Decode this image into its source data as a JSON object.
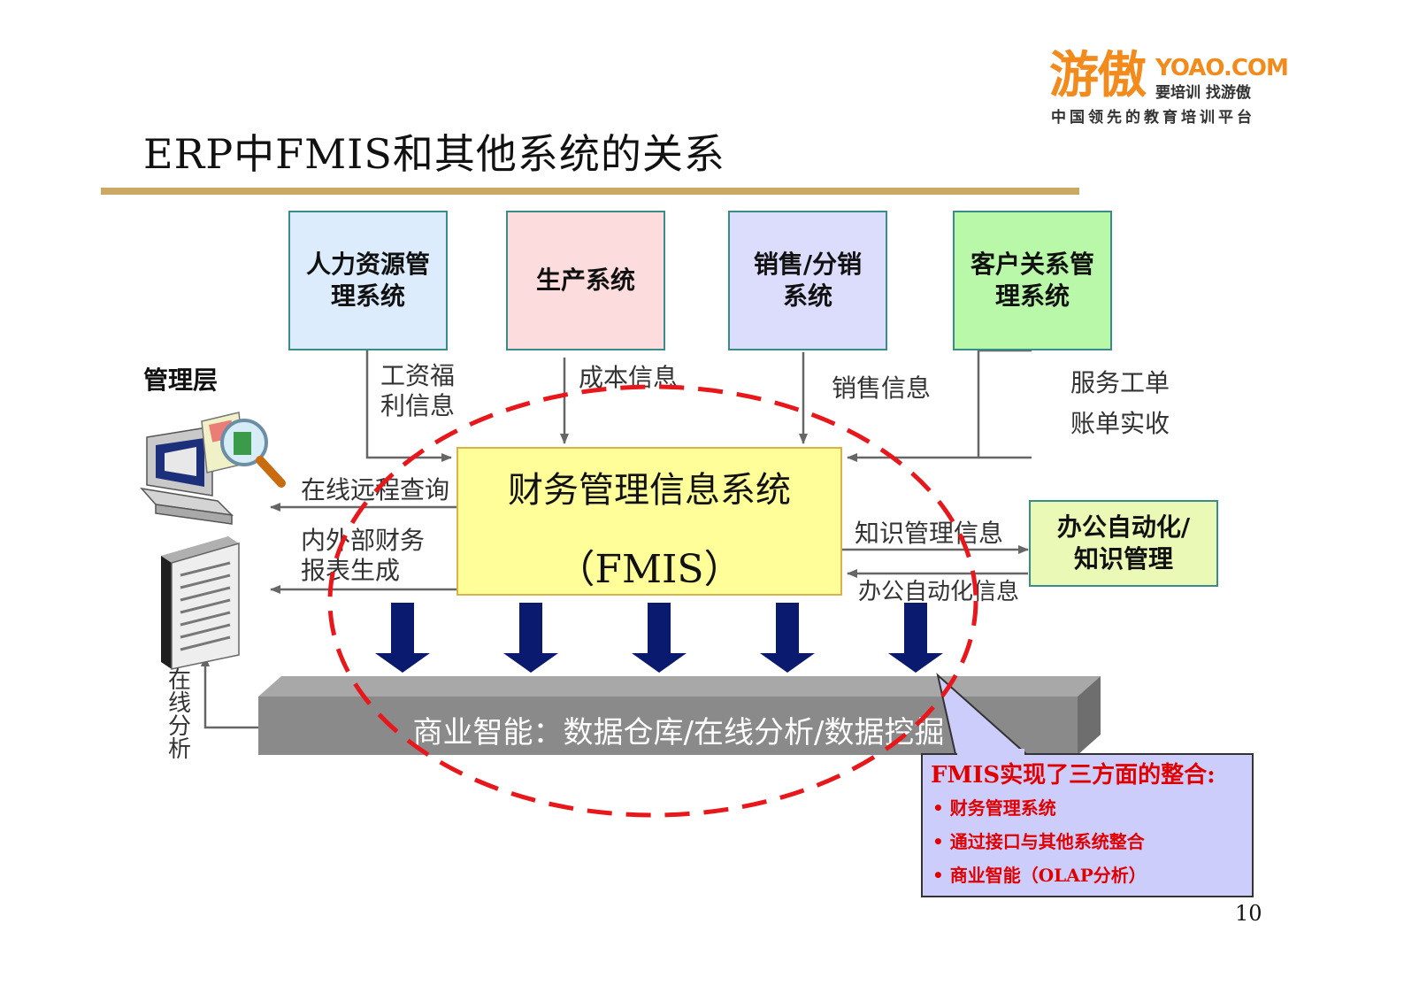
{
  "title": "ERP中FMIS和其他系统的关系",
  "logo": {
    "main": "游傲",
    "domain": "YOAO.COM",
    "slogan": "要培训 找游傲",
    "tagline": "中国领先的教育培训平台"
  },
  "systems": [
    {
      "label_line1": "人力资源管",
      "label_line2": "理系统",
      "color": "#dcecfd"
    },
    {
      "label_line1": "生产系统",
      "label_line2": "",
      "color": "#fcdcdc"
    },
    {
      "label_line1": "销售/分销",
      "label_line2": "系统",
      "color": "#dcdcfc"
    },
    {
      "label_line1": "客户关系管",
      "label_line2": "理系统",
      "color": "#b9f8a8"
    }
  ],
  "flows": {
    "hr": {
      "line1": "工资福",
      "line2": "利信息"
    },
    "production": "成本信息",
    "sales": "销售信息",
    "crm": {
      "line1": "服务工单",
      "line2": "账单实收"
    }
  },
  "management_layer": "管理层",
  "outputs": {
    "online_query": "在线远程查询",
    "reports": {
      "line1": "内外部财务",
      "line2": "报表生成"
    },
    "online_analysis": "在线分析"
  },
  "fmis": {
    "name": "财务管理信息系统",
    "abbr": "（FMIS）"
  },
  "office": {
    "box_line1": "办公自动化/",
    "box_line2": "知识管理",
    "out_label": "知识管理信息",
    "in_label": "办公自动化信息"
  },
  "bi_bar": "商业智能：数据仓库/在线分析/数据挖掘",
  "callout": {
    "title": "FMIS实现了三方面的整合:",
    "items": [
      "• 财务管理系统",
      "• 通过接口与其他系统整合",
      "• 商业智能（OLAP分析）"
    ]
  },
  "page_number": "10",
  "colors": {
    "title_rule": "#c9a963",
    "dashed_ellipse": "#e8171b",
    "arrow_fill": "#0a1a6e",
    "callout_bg": "#cccdfb",
    "callout_text": "#e10000",
    "bi_bar": "#8a8a8a",
    "fmis_bg": "#fffe99"
  }
}
